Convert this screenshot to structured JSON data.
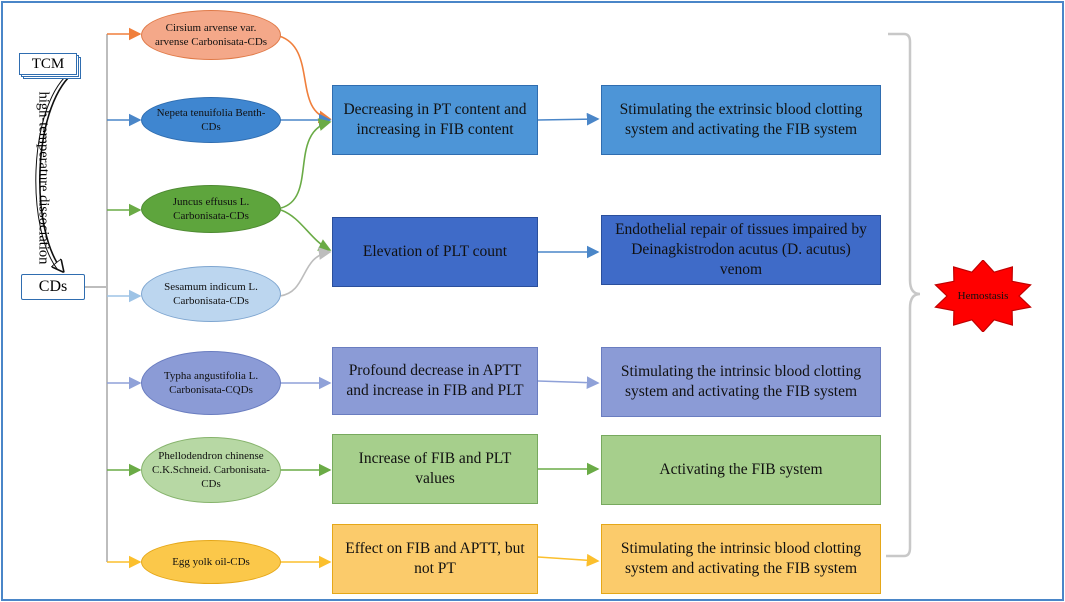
{
  "source": "TCM",
  "process": "high-temperature dissociation",
  "product": "CDs",
  "outcome": "Hemostasis",
  "colors": {
    "frame": "#4a86c8",
    "orange": "#f07f3c",
    "blue": "#4a86c8",
    "green": "#6aab46",
    "grey": "#bdbdbd",
    "periwinkle": "#8fa1d8",
    "yellow": "#fbbf2d",
    "hemostasis": "#ff0000"
  },
  "herbs": [
    {
      "label": "Cirsium arvense var. arvense Carbonisata-CDs",
      "color": "orange"
    },
    {
      "label": "Nepeta tenuifolia Benth-CDs",
      "color": "blue"
    },
    {
      "label": "Juncus effusus L. Carbonisata-CDs",
      "color": "green"
    },
    {
      "label": "Sesamum indicum L. Carbonisata-CDs",
      "color": "lightblue"
    },
    {
      "label": "Typha angustifolia L. Carbonisata-CQDs",
      "color": "periwinkle"
    },
    {
      "label": "Phellodendron chinense C.K.Schneid. Carbonisata-CDs",
      "color": "lightgreen"
    },
    {
      "label": "Egg yolk oil-CDs",
      "color": "yellow"
    }
  ],
  "effects": [
    "Decreasing in PT content and increasing in FIB content",
    "Elevation of PLT count",
    "Profound decrease in APTT and increase in FIB and PLT",
    "Increase of FIB and PLT values",
    "Effect on FIB and APTT, but not PT"
  ],
  "mechanisms": [
    "Stimulating the extrinsic blood clotting system and activating the FIB system",
    "Endothelial repair of tissues impaired by Deinagkistrodon acutus (D. acutus) venom",
    "Stimulating the intrinsic blood clotting system and activating the FIB system",
    "Activating the FIB system",
    "Stimulating the intrinsic blood clotting system and activating the FIB system"
  ]
}
